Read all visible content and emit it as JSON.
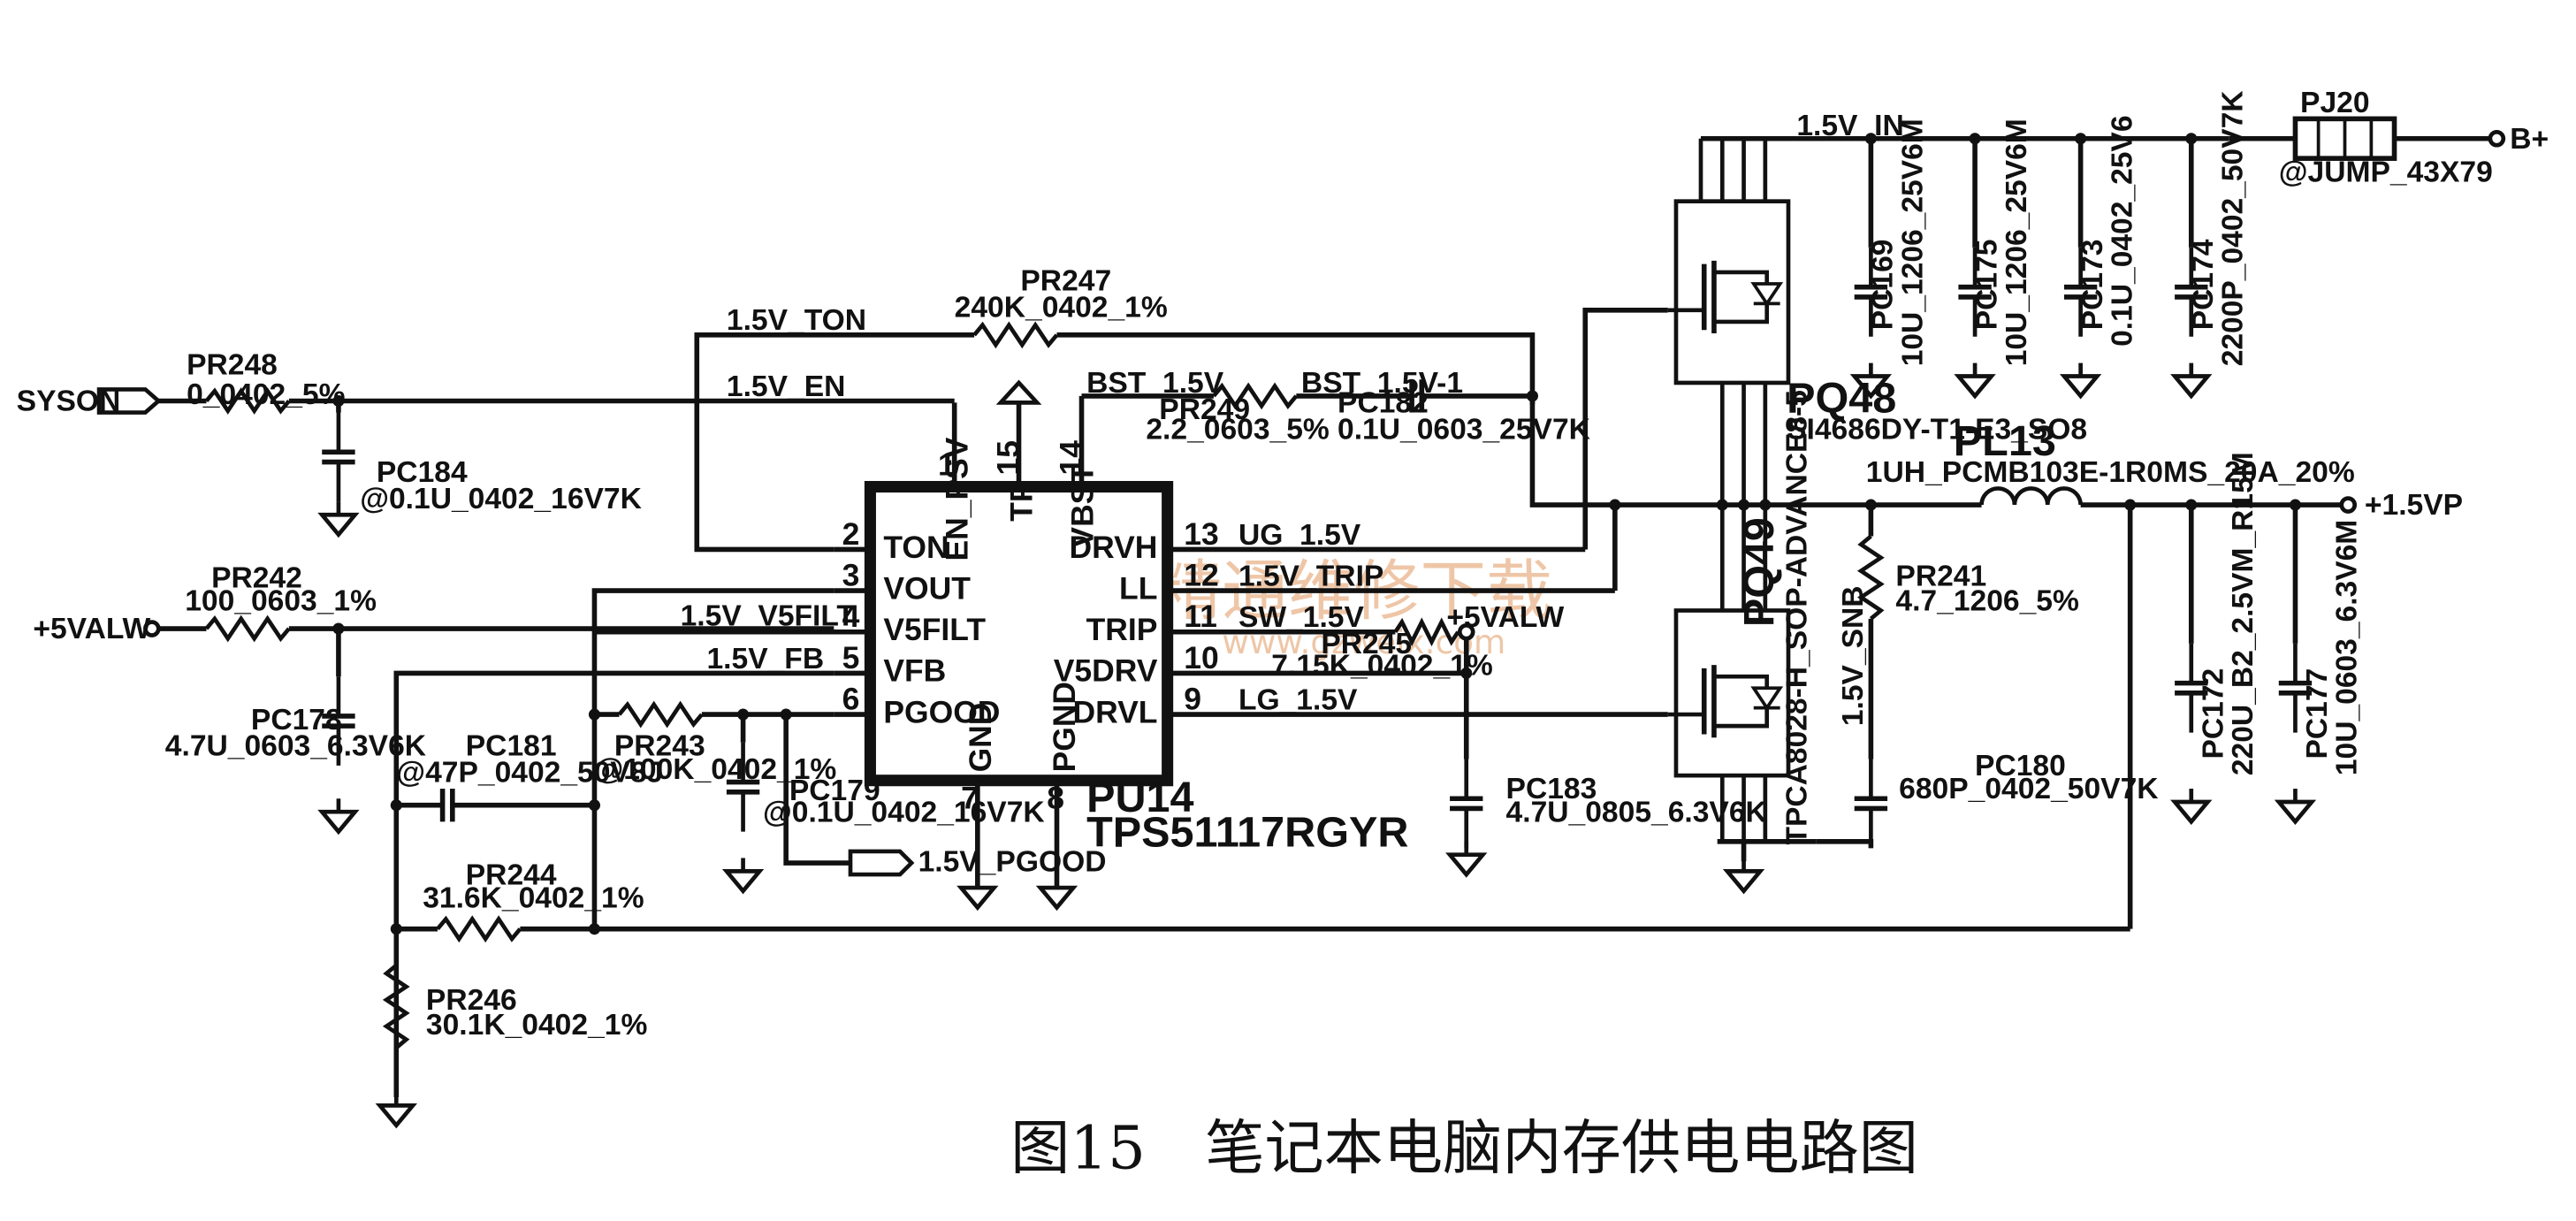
{
  "caption": "图15　笔记本电脑内存供电电路图",
  "watermark": {
    "title": "精通维修下载",
    "url": "www.gzweix.com"
  },
  "ic": {
    "ref": "PU14",
    "part": "TPS51117RGYR",
    "pins_left": [
      {
        "num": "2",
        "name": "TON"
      },
      {
        "num": "3",
        "name": "VOUT"
      },
      {
        "num": "4",
        "name": "V5FILT"
      },
      {
        "num": "5",
        "name": "VFB"
      },
      {
        "num": "6",
        "name": "PGOOD"
      }
    ],
    "pins_right": [
      {
        "num": "13",
        "name": "DRVH"
      },
      {
        "num": "12",
        "name": "LL"
      },
      {
        "num": "11",
        "name": "TRIP"
      },
      {
        "num": "10",
        "name": "V5DRV"
      },
      {
        "num": "9",
        "name": "DRVL"
      }
    ],
    "pins_top": [
      {
        "num": "1",
        "name": "EN_PSV"
      },
      {
        "num": "15",
        "name": "TP"
      },
      {
        "num": "14",
        "name": "VBST"
      }
    ],
    "pins_bottom": [
      {
        "num": "7",
        "name": "GND"
      },
      {
        "num": "8",
        "name": "PGND"
      }
    ]
  },
  "ports": {
    "syson": "SYSON",
    "v5alw": "+5VALW",
    "v5alw_right": "+5VALW",
    "bplus": "B+",
    "vout": "+1.5VP",
    "pgood": "1.5V_PGOOD"
  },
  "nets": {
    "ton": "1.5V_TON",
    "en": "1.5V_EN",
    "bst": "BST_1.5V",
    "bst1": "BST_1.5V-1",
    "ug": "UG_1.5V",
    "trip": "1.5V_TRIP",
    "sw": "SW_1.5V",
    "lg": "LG_1.5V",
    "v5filt": "1.5V_V5FILT",
    "fb": "1.5V_FB",
    "vin": "1.5V_IN",
    "snb": "1.5V_SNB"
  },
  "resistors": [
    {
      "ref": "PR248",
      "value": "0_0402_5%"
    },
    {
      "ref": "PR247",
      "value": "240K_0402_1%"
    },
    {
      "ref": "PR249",
      "value": "2.2_0603_5%"
    },
    {
      "ref": "PR242",
      "value": "100_0603_1%"
    },
    {
      "ref": "PR243",
      "value": "@100K_0402_1%"
    },
    {
      "ref": "PR245",
      "value": "7.15K_0402_1%"
    },
    {
      "ref": "PR244",
      "value": "31.6K_0402_1%"
    },
    {
      "ref": "PR246",
      "value": "30.1K_0402_1%"
    },
    {
      "ref": "PR241",
      "value": "4.7_1206_5%"
    }
  ],
  "capacitors": [
    {
      "ref": "PC184",
      "value": "@0.1U_0402_16V7K"
    },
    {
      "ref": "PC182",
      "value": "0.1U_0603_25V7K"
    },
    {
      "ref": "PC178",
      "value": "4.7U_0603_6.3V6K"
    },
    {
      "ref": "PC181",
      "value": "@47P_0402_50V8J"
    },
    {
      "ref": "PC179",
      "value": "@0.1U_0402_16V7K"
    },
    {
      "ref": "PC183",
      "value": "4.7U_0805_6.3V6K"
    },
    {
      "ref": "PC180",
      "value": "680P_0402_50V7K"
    },
    {
      "ref": "PC169",
      "value": "10U_1206_25V6M"
    },
    {
      "ref": "PC175",
      "value": "10U_1206_25V6M"
    },
    {
      "ref": "PC173",
      "value": "0.1U_0402_25V6"
    },
    {
      "ref": "PC174",
      "value": "2200P_0402_50V7K"
    },
    {
      "ref": "PC172",
      "value": "220U_B2_2.5VM_R15M"
    },
    {
      "ref": "PC177",
      "value": "10U_0603_6.3V6M"
    }
  ],
  "mosfets": [
    {
      "ref": "PQ48",
      "part": "SI4686DY-T1-E3_SO8"
    },
    {
      "ref": "PQ49",
      "part": "TPCA8028-H_SOP-ADVANCE8-5"
    }
  ],
  "inductor": {
    "ref": "PL13",
    "value": "1UH_PCMB103E-1R0MS_20A_20%"
  },
  "jumper": {
    "ref": "PJ20",
    "value": "@JUMP_43X79"
  }
}
